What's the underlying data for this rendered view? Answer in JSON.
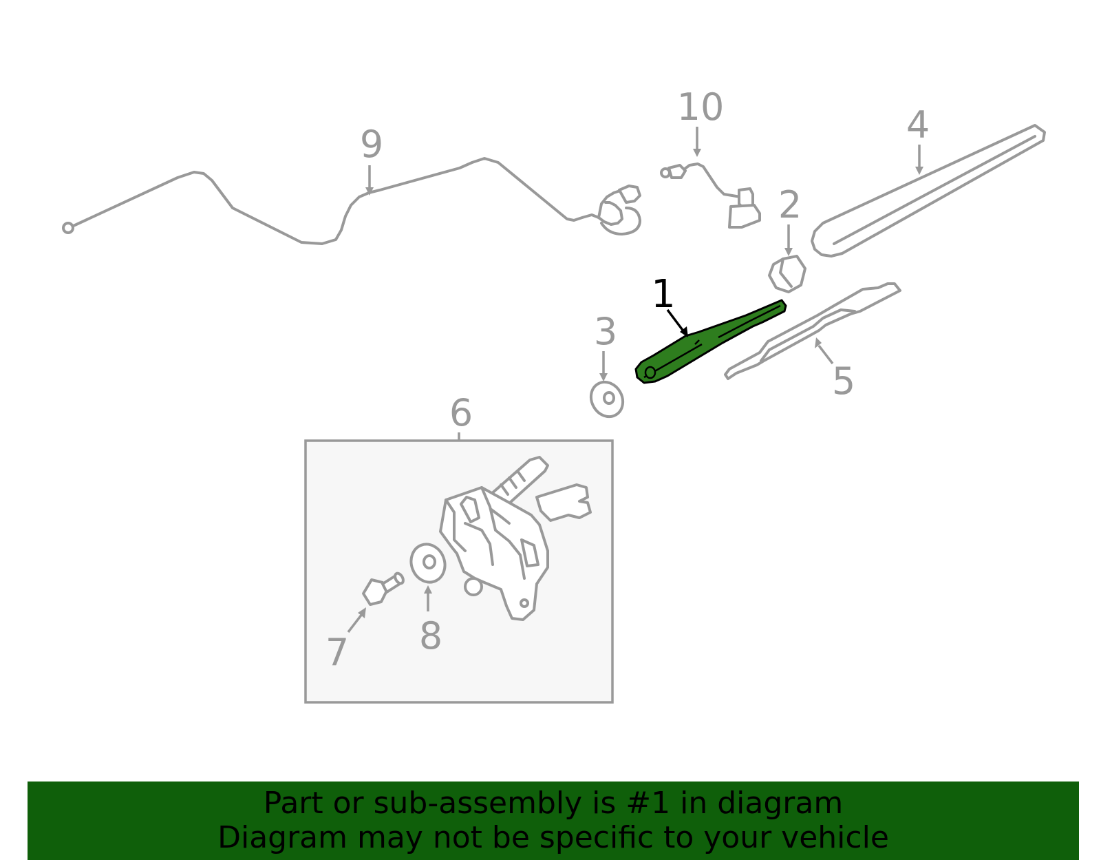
{
  "diagram": {
    "callouts": [
      {
        "id": "1",
        "label": "1"
      },
      {
        "id": "2",
        "label": "2"
      },
      {
        "id": "3",
        "label": "3"
      },
      {
        "id": "4",
        "label": "4"
      },
      {
        "id": "5",
        "label": "5"
      },
      {
        "id": "6",
        "label": "6"
      },
      {
        "id": "7",
        "label": "7"
      },
      {
        "id": "8",
        "label": "8"
      },
      {
        "id": "9",
        "label": "9"
      },
      {
        "id": "10",
        "label": "10"
      }
    ],
    "highlighted_part": "1",
    "colors": {
      "highlight": "#2e7d1e",
      "line": "#999999",
      "banner": "#0f5f0a",
      "inset_bg": "#f7f7f7"
    }
  },
  "banner": {
    "line1": "Part or sub-assembly is #1 in diagram",
    "line2": "Diagram may not be specific to your vehicle"
  }
}
